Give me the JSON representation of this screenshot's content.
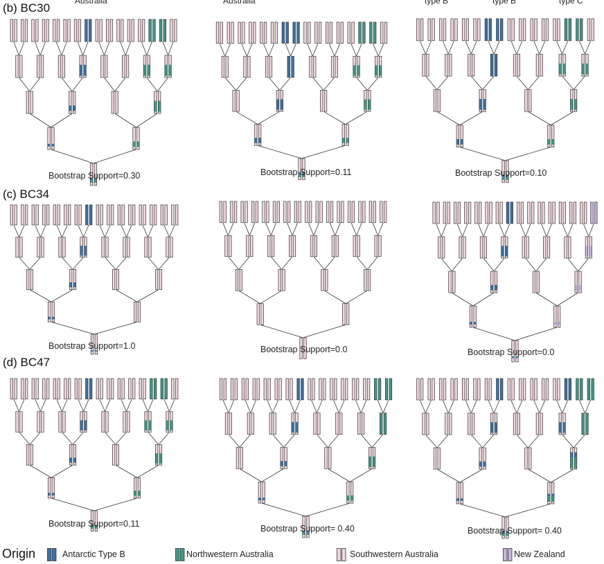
{
  "colors": {
    "antarctic": "#3b72a8",
    "northwestern": "#3f9a88",
    "southwestern": "#f3d6dd",
    "newzealand": "#c5b3de",
    "outline": "#333333"
  },
  "cut_labels": [
    "Australia",
    "Australia",
    "type B",
    "type B",
    "type C"
  ],
  "rows": [
    {
      "label": "(b) BC30",
      "panels": [
        {
          "support": "Bootstrap Support=0.30",
          "special": [
            {
              "color": "antarctic",
              "pos": [
                7
              ]
            },
            {
              "color": "northwestern",
              "pos": [
                13,
                14
              ]
            }
          ]
        },
        {
          "support": "Bootstrap Support=0.11",
          "special": [
            {
              "color": "antarctic",
              "pos": [
                6,
                7
              ]
            },
            {
              "color": "northwestern",
              "pos": [
                13,
                14
              ]
            }
          ]
        },
        {
          "support": "Bootstrap Support=0.10",
          "special": [
            {
              "color": "antarctic",
              "pos": [
                6,
                7
              ]
            },
            {
              "color": "northwestern",
              "pos": [
                13,
                14
              ]
            }
          ]
        }
      ]
    },
    {
      "label": "(c) BC34",
      "panels": [
        {
          "support": "Bootstrap Support=1.0",
          "special": [
            {
              "color": "antarctic",
              "pos": [
                7
              ]
            }
          ]
        },
        {
          "support": "Bootstrap Support=0.0",
          "special": []
        },
        {
          "support": "Bootstrap Support=0.0",
          "special": [
            {
              "color": "antarctic",
              "pos": [
                7
              ]
            },
            {
              "color": "newzealand",
              "pos": [
                15
              ]
            }
          ]
        }
      ]
    },
    {
      "label": "(d) BC47",
      "panels": [
        {
          "support": "Bootstrap Support=0.11",
          "special": [
            {
              "color": "antarctic",
              "pos": [
                7
              ]
            },
            {
              "color": "northwestern",
              "pos": [
                13,
                14
              ]
            }
          ]
        },
        {
          "support": "Bootstrap Support= 0.40",
          "special": [
            {
              "color": "antarctic",
              "pos": [
                7
              ]
            },
            {
              "color": "northwestern",
              "pos": [
                14,
                15
              ]
            }
          ]
        },
        {
          "support": "Bootstrap Support= 0.40",
          "special": [
            {
              "color": "antarctic",
              "pos": [
                7
              ]
            },
            {
              "color": "antarctic",
              "pos": [
                13
              ]
            },
            {
              "color": "northwestern",
              "pos": [
                14,
                15
              ]
            }
          ]
        }
      ]
    }
  ],
  "legend": {
    "title": "Origin",
    "items": [
      {
        "label": "Antarctic Type B",
        "color": "antarctic"
      },
      {
        "label": "Northwestern Australia",
        "color": "northwestern"
      },
      {
        "label": "Southwestern Australia",
        "color": "southwestern"
      },
      {
        "label": "New Zealand",
        "color": "newzealand"
      }
    ]
  }
}
